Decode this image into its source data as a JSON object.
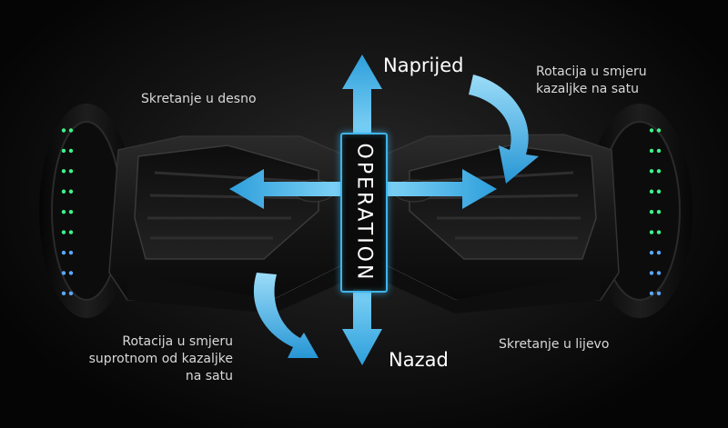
{
  "labels": {
    "forward": "Naprijed",
    "backward": "Nazad",
    "turn_right": "Skretanje u desno",
    "turn_left": "Skretanje u lijevo",
    "rotate_cw": "Rotacija u smjeru\nkazaljke na satu",
    "rotate_ccw": "Rotacija u smjeru\nsuprotnom od kazaljke\nna satu",
    "center": "OPERATION"
  },
  "colors": {
    "arrow": "#3aa8e0",
    "arrow_light": "#8fd6f7",
    "led_green": "#3cf58a",
    "led_blue": "#5aa8ff",
    "body": "#1b1b1b"
  }
}
